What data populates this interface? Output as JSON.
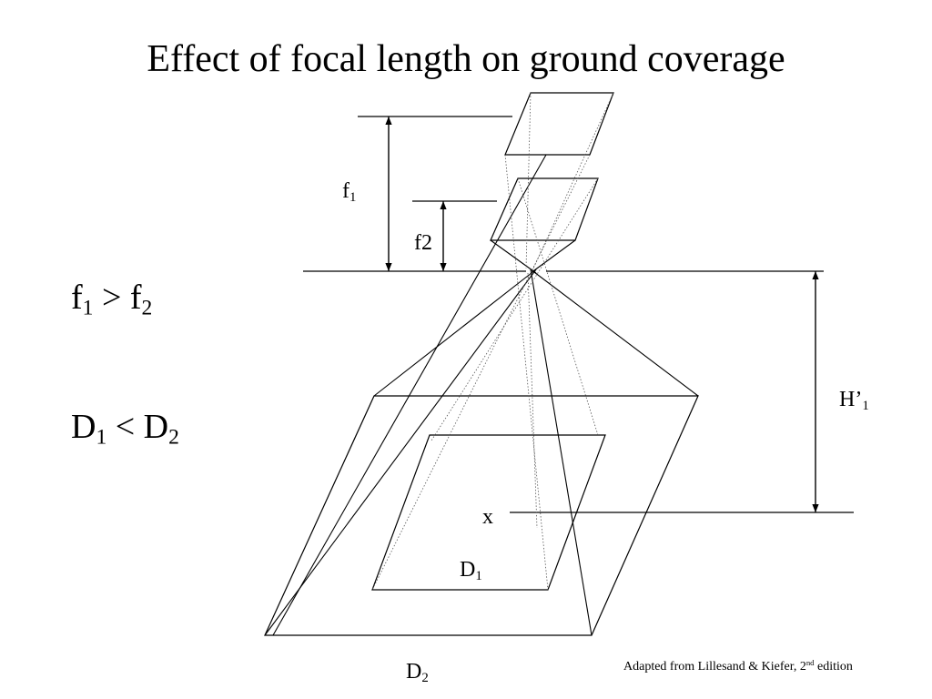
{
  "title": "Effect of focal length on ground coverage",
  "labels": {
    "f1": {
      "base": "f",
      "sub": "1"
    },
    "f2": {
      "text": "f2"
    },
    "h1": {
      "base": "H’",
      "sub": "1"
    },
    "x": {
      "text": "x"
    },
    "d1": {
      "base": "D",
      "sub": "1"
    },
    "d2": {
      "base": "D",
      "sub": "2"
    }
  },
  "relations": {
    "focal": {
      "a": "f",
      "a_sub": "1",
      "op": ">",
      "b": "f",
      "b_sub": "2"
    },
    "coverage": {
      "a": "D",
      "a_sub": "1",
      "op": "<",
      "b": "D",
      "b_sub": "2"
    }
  },
  "credit": {
    "text": "Adapted from Lillesand & Kiefer, 2",
    "sup": "nd",
    "suffix": " edition"
  },
  "colors": {
    "ink": "#000000",
    "ray": "#555555",
    "background": "#ffffff"
  }
}
